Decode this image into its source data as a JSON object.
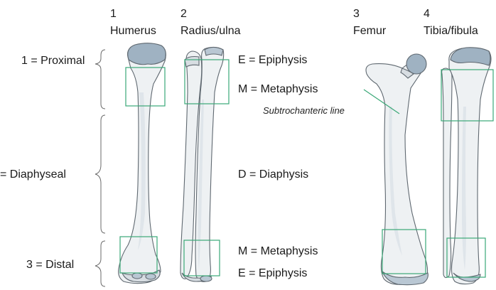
{
  "bones": [
    {
      "number": "1",
      "name": "Humerus"
    },
    {
      "number": "2",
      "name": "Radius/ulna"
    },
    {
      "number": "3",
      "name": "Femur"
    },
    {
      "number": "4",
      "name": "Tibia/fibula"
    }
  ],
  "segments": {
    "proximal": "1 = Proximal",
    "diaphyseal": "= Diaphyseal",
    "distal": "3 = Distal"
  },
  "zones": {
    "epiphysis_top": "E = Epiphysis",
    "metaphysis_top": "M = Metaphysis",
    "subtrochanteric": "Subtrochanteric line",
    "diaphysis": "D = Diaphysis",
    "metaphysis_bottom": "M = Metaphysis",
    "epiphysis_bottom": "E = Epiphysis"
  },
  "colors": {
    "bone_fill": "#eef1f3",
    "cartilage_cap": "#9fb2c2",
    "zone_box": "#3aa877"
  }
}
